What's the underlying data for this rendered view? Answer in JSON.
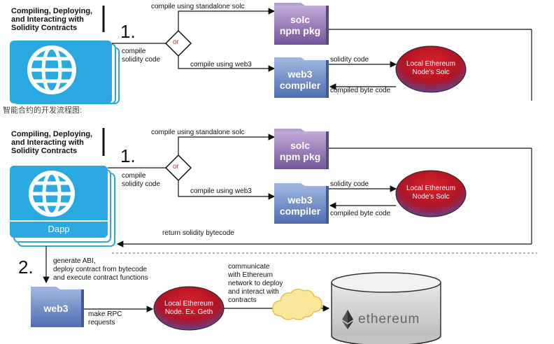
{
  "top": {
    "title_lines": [
      "Compiling, Deploying,",
      "and Interacting with",
      "Solidity Contracts"
    ],
    "step": "1.",
    "compile_label_lines": [
      "compile",
      "solidity code"
    ],
    "or_label": "or",
    "standalone_label": "compile using standalone solc",
    "web3_label": "compile using web3",
    "solc_lines": [
      "solc",
      "npm pkg"
    ],
    "web3_compiler_lines": [
      "web3",
      "compiler"
    ],
    "solidity_code_label": "solidity code",
    "compiled_byte_label": "compiled byte code",
    "node_lines": [
      "Local Ethereum",
      "Node's Solc"
    ]
  },
  "caption": "智能合约的开发流程图:",
  "bottom": {
    "title_lines": [
      "Compiling, Deploying,",
      "and Interacting with",
      "Solidity Contracts"
    ],
    "step1": "1.",
    "compile_label_lines": [
      "compile",
      "solidity code"
    ],
    "or_label": "or",
    "standalone_label": "compile using standalone solc",
    "web3_label": "compile using web3",
    "solc_lines": [
      "solc",
      "npm pkg"
    ],
    "web3_compiler_lines": [
      "web3",
      "compiler"
    ],
    "solidity_code_label": "solidity code",
    "compiled_byte_label": "compiled byte code",
    "node_lines": [
      "Local Ethereum",
      "Node's Solc"
    ],
    "dapp_label": "Dapp",
    "return_label": "return solidity bytecode",
    "step2": "2.",
    "generate_lines": [
      "generate ABI,",
      "deploy contract from bytecode",
      "and execute contract functions"
    ],
    "web3_folder": "web3",
    "rpc_lines": [
      "make RPC",
      "requests"
    ],
    "geth_lines": [
      "Local Ethereum",
      "Node. Ex. Geth"
    ],
    "communicate_lines": [
      "communicate",
      "with Ethereum",
      "network to deploy",
      "and interact with",
      "contracts"
    ],
    "ethereum_logo_text": "ethereum"
  },
  "colors": {
    "dapp_blue": "#2aa8e0",
    "folder_top": "#8fa8d6",
    "folder_bottom": "#5a78b8",
    "solc_top": "#b7a0cf",
    "solc_bottom": "#7f5fa3",
    "node_red": "#c01824",
    "node_blue": "#4a5aa8",
    "diamond_red": "#c0392b"
  }
}
